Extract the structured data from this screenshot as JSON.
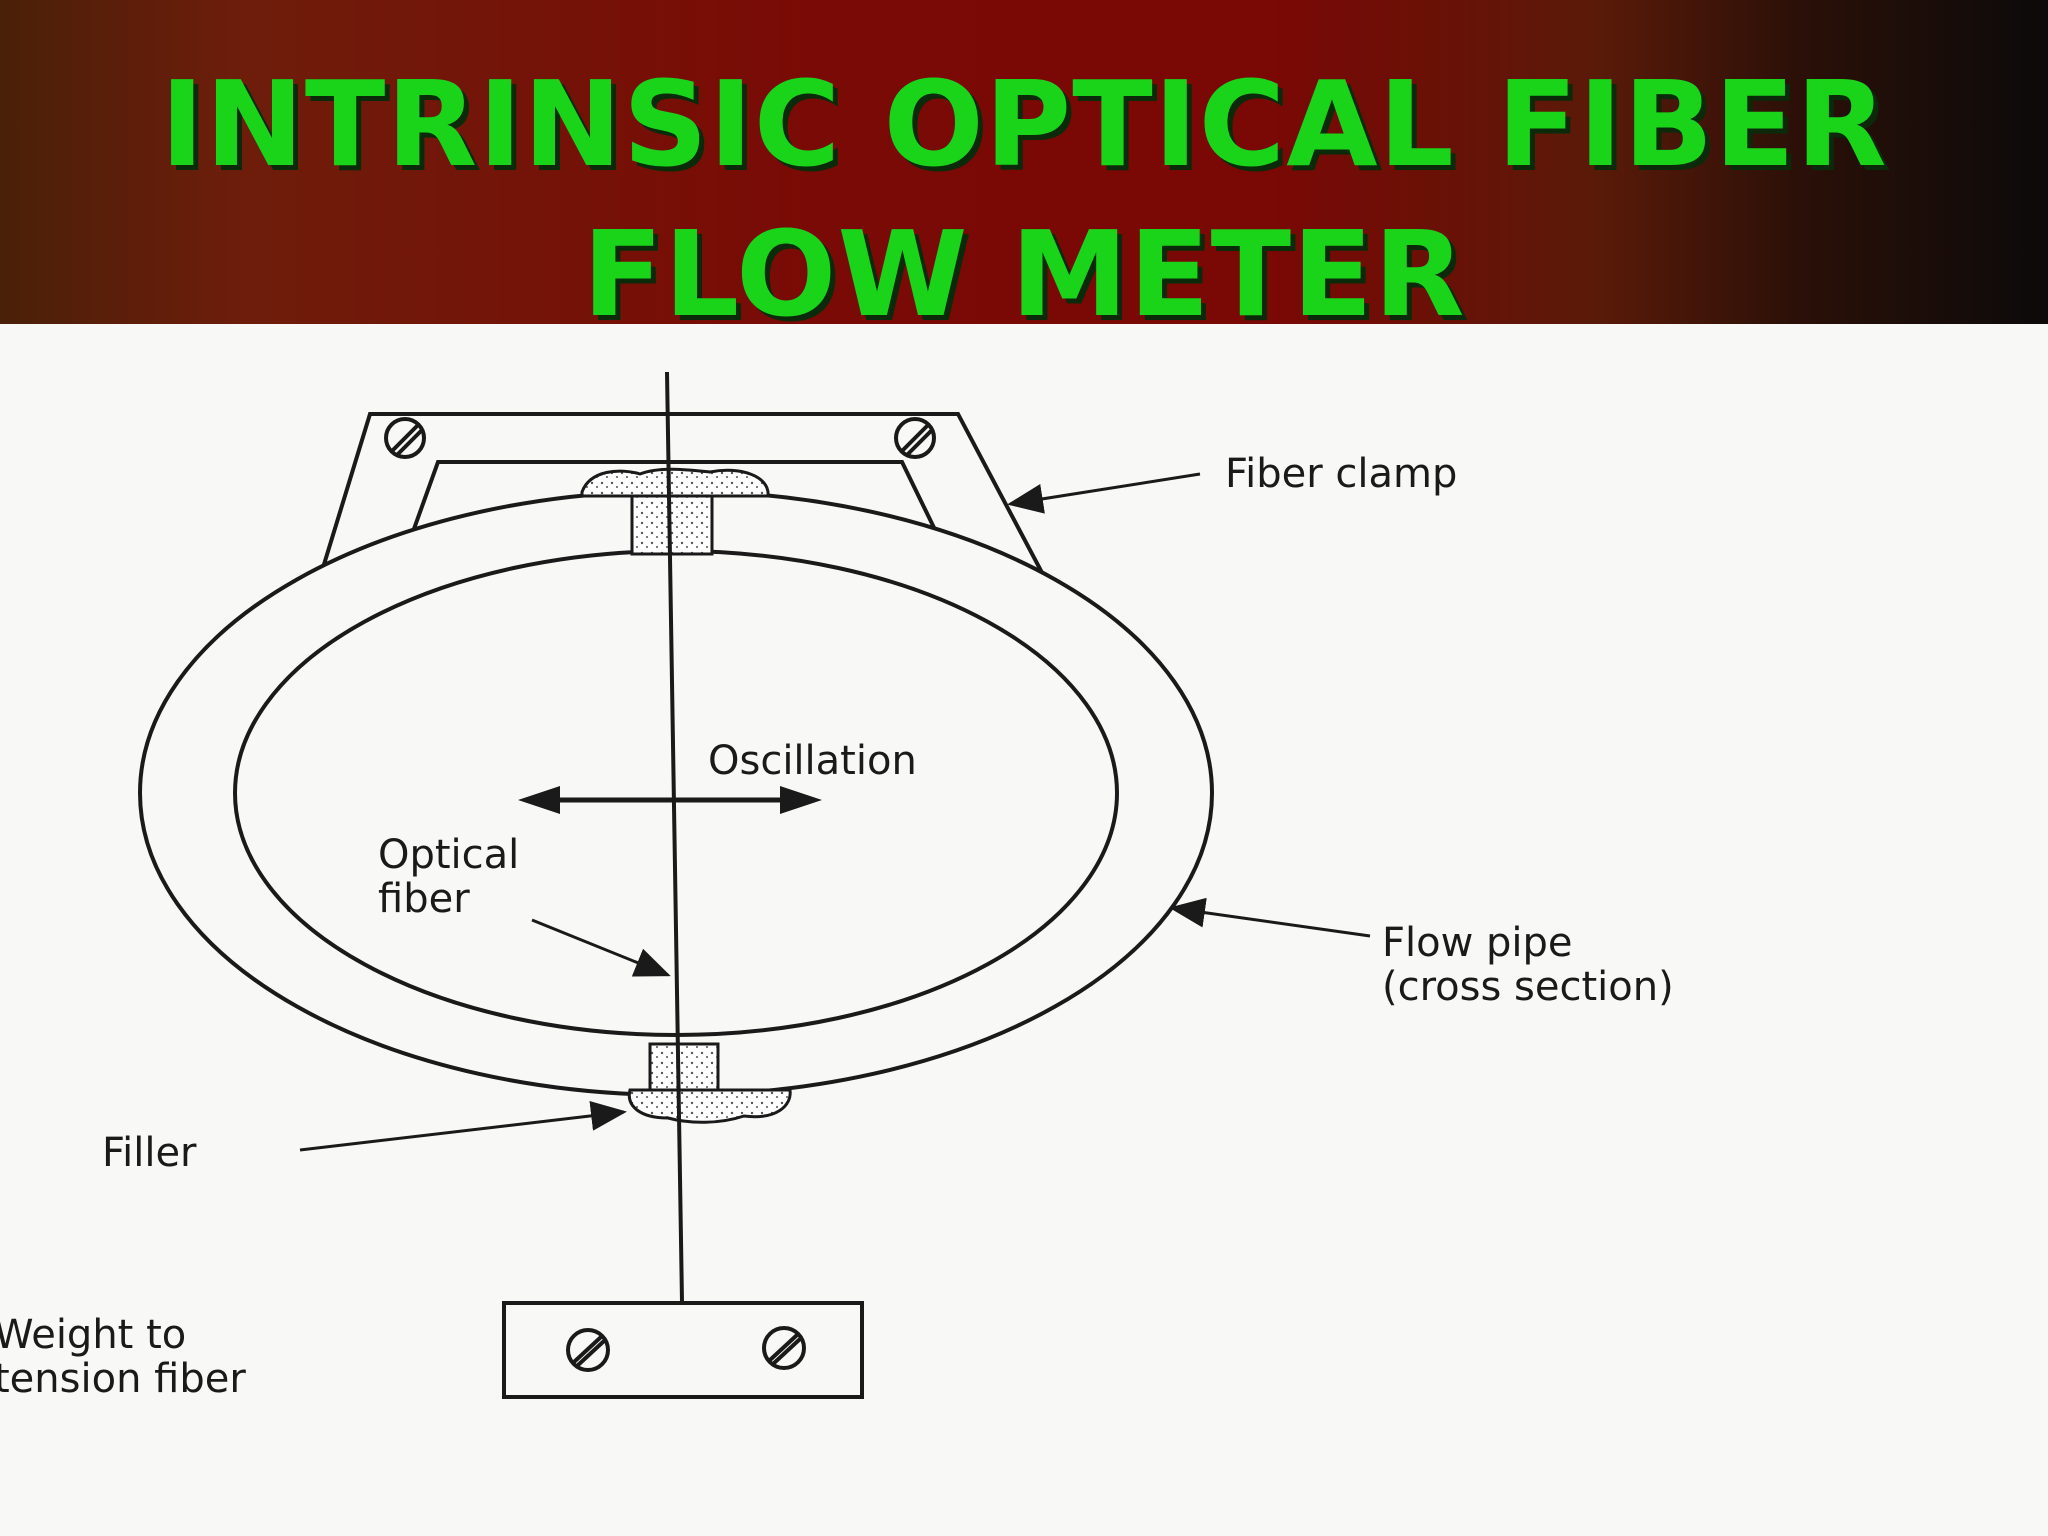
{
  "slide": {
    "title_line1": "INTRINSIC OPTICAL FIBER",
    "title_line2": "FLOW METER"
  },
  "diagram": {
    "labels": {
      "fiber_clamp": "Fiber clamp",
      "oscillation": "Oscillation",
      "optical": "Optical",
      "fiber": "fiber",
      "flow_pipe": "Flow pipe",
      "cross_section": "(cross section)",
      "filler": "Filler",
      "weight_to": "Weight to",
      "tension_fiber": "tension fiber"
    }
  },
  "colors": {
    "title_green": "#19d419",
    "header_red": "#7a0805"
  }
}
